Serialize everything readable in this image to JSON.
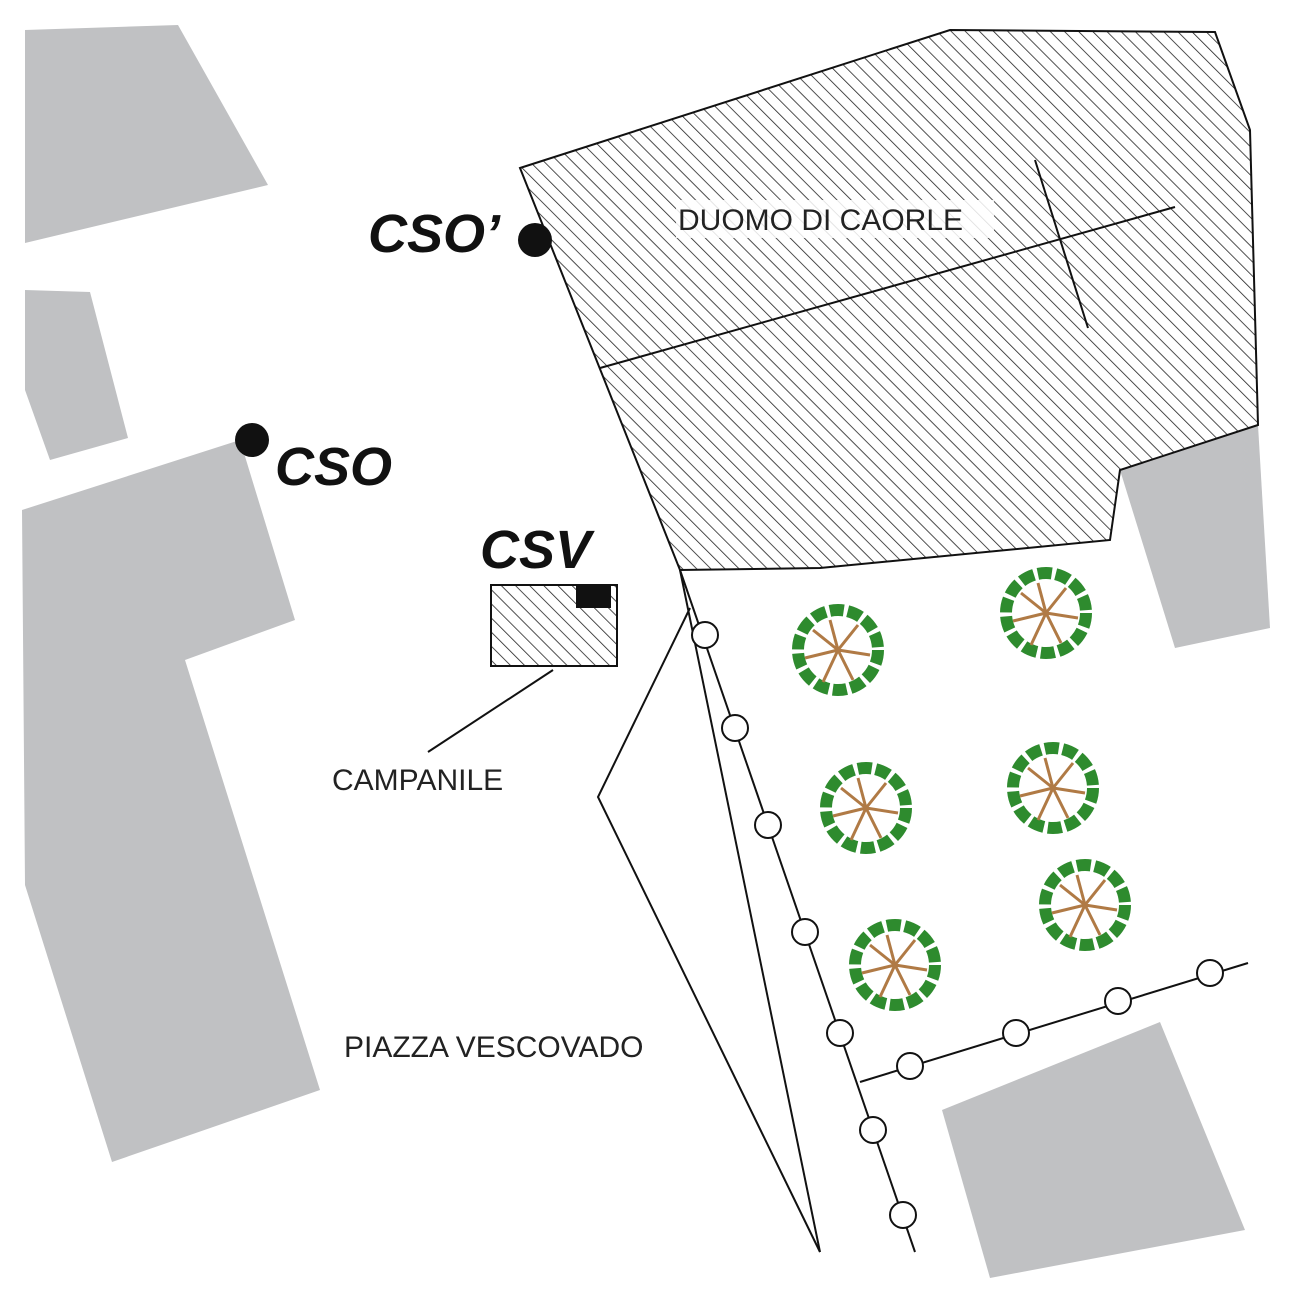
{
  "labels": {
    "cathedral": "DUOMO DI CAORLE",
    "bell_tower": "CAMPANILE",
    "square": "PIAZZA VESCOVADO"
  },
  "points": {
    "cso_prime": "CSO’",
    "cso": "CSO",
    "csv": "CSV"
  },
  "colors": {
    "building": "#c0c1c3",
    "tree_foliage": "#2e8b2e",
    "tree_branch": "#b07a45"
  }
}
